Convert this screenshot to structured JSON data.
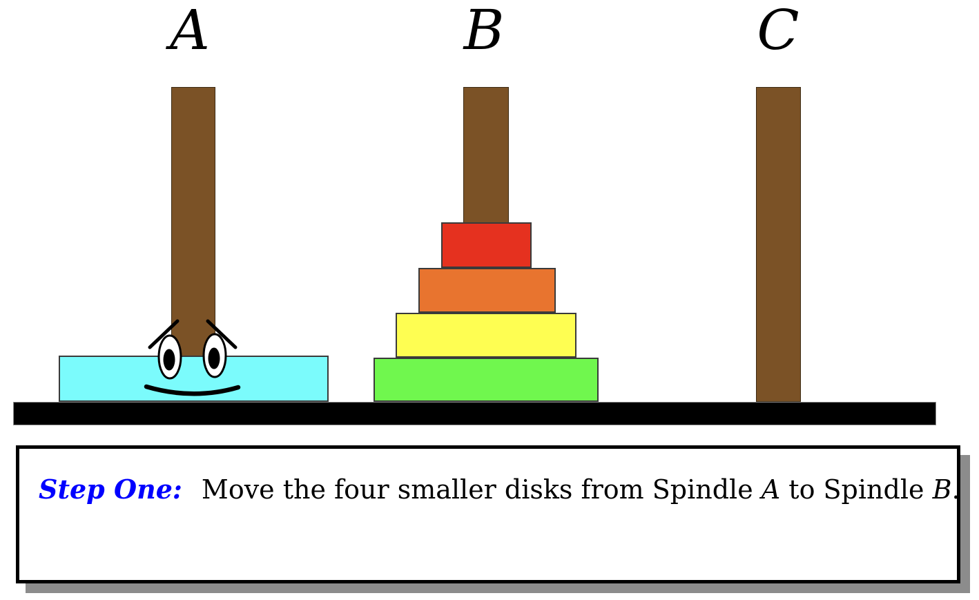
{
  "scene": {
    "spindles": [
      {
        "label": "A",
        "disks": [
          {
            "name": "disk-5-largest",
            "size": 5,
            "color": "#7BFBFC",
            "has_face": true
          }
        ]
      },
      {
        "label": "B",
        "disks": [
          {
            "name": "disk-4",
            "size": 4,
            "color": "#70F74E"
          },
          {
            "name": "disk-3",
            "size": 3,
            "color": "#FEFE52"
          },
          {
            "name": "disk-2",
            "size": 2,
            "color": "#E8742F"
          },
          {
            "name": "disk-1-smallest",
            "size": 1,
            "color": "#E5311F"
          }
        ]
      },
      {
        "label": "C",
        "disks": []
      }
    ],
    "colors": {
      "spindle_brown": "#7B5226",
      "base_black": "#000000",
      "disk_cyan": "#7BFBFC",
      "disk_green": "#70F74E",
      "disk_yellow": "#FEFE52",
      "disk_orange": "#E8742F",
      "disk_red": "#E5311F",
      "step_label_blue": "#0000FF",
      "box_shadow_gray": "#8c8c8c"
    }
  },
  "caption": {
    "step_label": "Step One:",
    "text_1": "Move the four smaller disks from Spindle ",
    "spindle_ref_1": "A",
    "text_2": " to Spindle ",
    "spindle_ref_2": "B",
    "text_3": "."
  }
}
